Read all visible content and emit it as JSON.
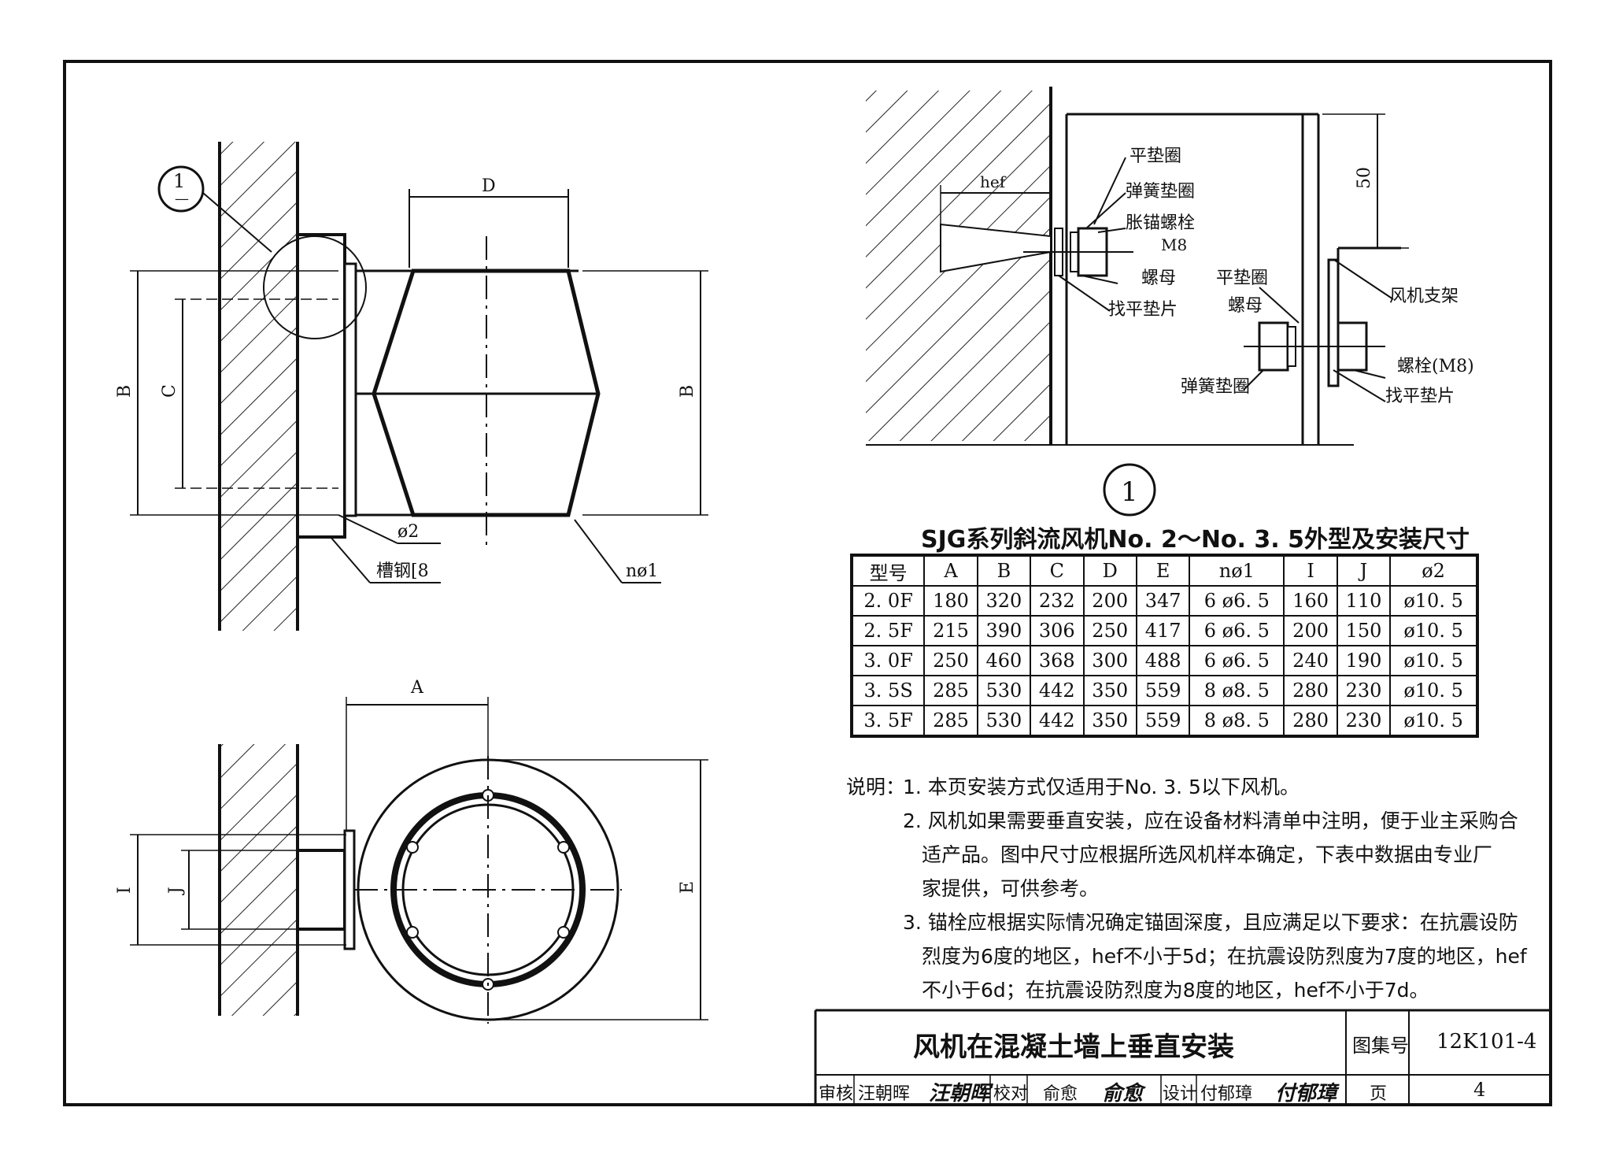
{
  "drawing": {
    "dims": {
      "D": "D",
      "A": "A",
      "B": "B",
      "C": "C",
      "E": "E",
      "I": "I",
      "J": "J",
      "fifty": "50"
    },
    "labels": {
      "detail_mark_num": "1",
      "detail_mark_dash": "—",
      "channel": "槽钢[8",
      "phi2": "ø2",
      "nphi1": "nø1",
      "hef": "hef",
      "flat_washer": "平垫圈",
      "spring_washer": "弹簧垫圈",
      "anchor_bolt": "胀锚螺栓",
      "m8": "M8",
      "nut": "螺母",
      "shim": "找平垫片",
      "flat_washer2": "平垫圈",
      "nut2": "螺母",
      "spring_washer2": "弹簧垫圈",
      "fan_bracket": "风机支架",
      "bolt_m8": "螺栓(M8)",
      "shim2": "找平垫片",
      "detail_big": "1"
    }
  },
  "table": {
    "title": "SJG系列斜流风机No. 2～No. 3. 5外型及安装尺寸",
    "headers": [
      "型号",
      "A",
      "B",
      "C",
      "D",
      "E",
      "nø1",
      "I",
      "J",
      "ø2"
    ],
    "rows": [
      [
        "2. 0F",
        "180",
        "320",
        "232",
        "200",
        "347",
        "6 ø6. 5",
        "160",
        "110",
        "ø10. 5"
      ],
      [
        "2. 5F",
        "215",
        "390",
        "306",
        "250",
        "417",
        "6 ø6. 5",
        "200",
        "150",
        "ø10. 5"
      ],
      [
        "3. 0F",
        "250",
        "460",
        "368",
        "300",
        "488",
        "6 ø6. 5",
        "240",
        "190",
        "ø10. 5"
      ],
      [
        "3. 5S",
        "285",
        "530",
        "442",
        "350",
        "559",
        "8 ø8. 5",
        "280",
        "230",
        "ø10. 5"
      ],
      [
        "3. 5F",
        "285",
        "530",
        "442",
        "350",
        "559",
        "8 ø8. 5",
        "280",
        "230",
        "ø10. 5"
      ]
    ]
  },
  "notes": {
    "prefix": "说明：",
    "lines": [
      "1. 本页安装方式仅适用于No. 3. 5以下风机。",
      "2. 风机如果需要垂直安装，应在设备材料清单中注明，便于业主采购合",
      "适产品。图中尺寸应根据所选风机样本确定，下表中数据由专业厂",
      "家提供，可供参考。",
      "3. 锚栓应根据实际情况确定锚固深度，且应满足以下要求：在抗震设防",
      "烈度为6度的地区，hef不小于5d；在抗震设防烈度为7度的地区，hef",
      "不小于6d；在抗震设防烈度为8度的地区，hef不小于7d。"
    ]
  },
  "title_block": {
    "title": "风机在混凝土墙上垂直安装",
    "atlas_label": "图集号",
    "atlas_no": "12K101-4",
    "review_label": "审核",
    "reviewer": "汪朝晖",
    "check_label": "校对",
    "checker": "俞愈",
    "design_label": "设计",
    "designer": "付郁璋",
    "page_label": "页",
    "page_no": "4"
  }
}
